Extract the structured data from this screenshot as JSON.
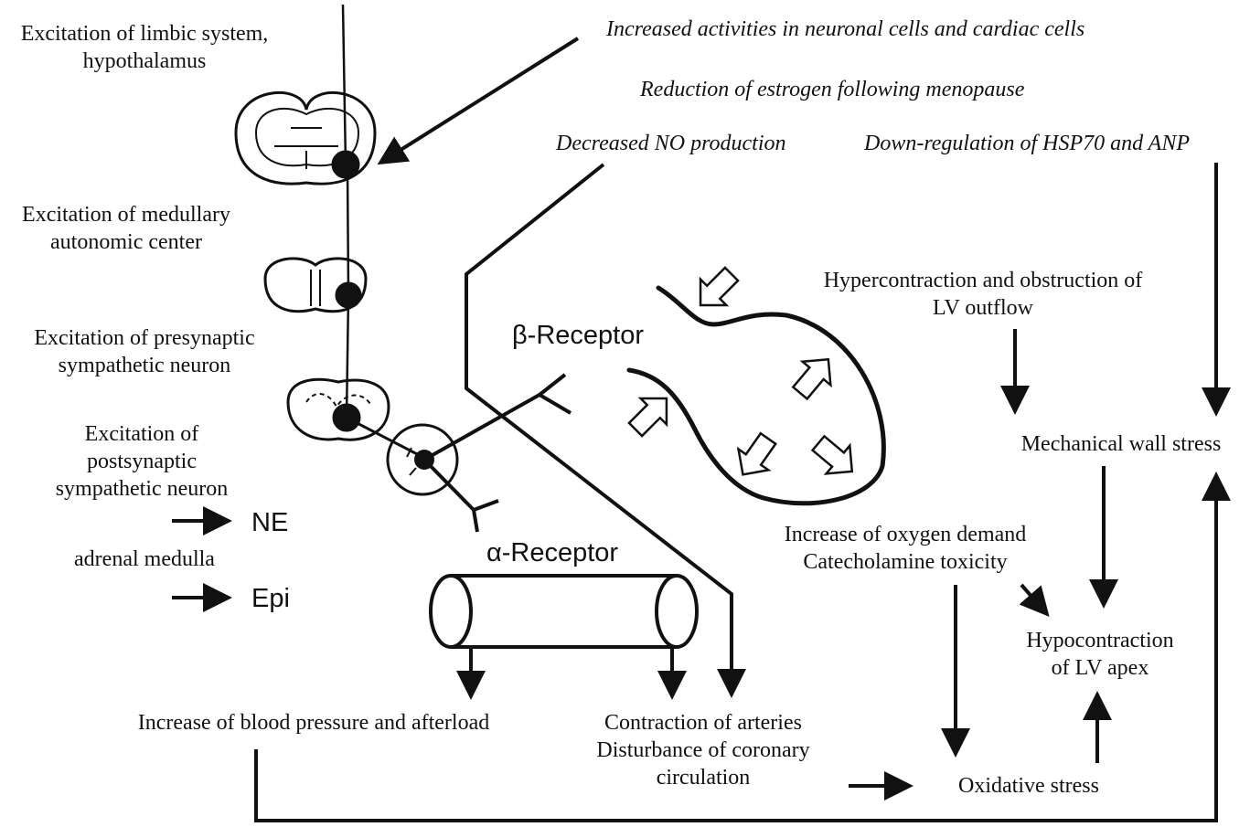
{
  "labels": {
    "limbic": [
      "Excitation of limbic system,",
      "hypothalamus"
    ],
    "medullary": [
      "Excitation of medullary",
      "autonomic center"
    ],
    "presynaptic": [
      "Excitation of presynaptic",
      "sympathetic neuron"
    ],
    "postsynaptic": [
      "Excitation of",
      "postsynaptic",
      "sympathetic neuron"
    ],
    "ne": "NE",
    "adrenal": "adrenal medulla",
    "epi": "Epi",
    "neuronal_activity": "Increased activities in neuronal cells and cardiac cells",
    "estrogen": "Reduction of estrogen following menopause",
    "no_production": "Decreased NO production",
    "hsp70": "Down-regulation of HSP70 and ANP",
    "hypercontraction": [
      "Hypercontraction and obstruction of",
      "LV outflow"
    ],
    "beta_receptor": "β-Receptor",
    "alpha_receptor": "α-Receptor",
    "wall_stress": "Mechanical wall stress",
    "oxygen_demand": [
      "Increase of oxygen demand",
      "Catecholamine toxicity"
    ],
    "hypocontraction": [
      "Hypocontraction",
      "of LV apex"
    ],
    "blood_pressure": "Increase of blood pressure and afterload",
    "arteries": [
      "Contraction of arteries",
      "Disturbance of coronary",
      "circulation"
    ],
    "oxidative": "Oxidative stress"
  }
}
